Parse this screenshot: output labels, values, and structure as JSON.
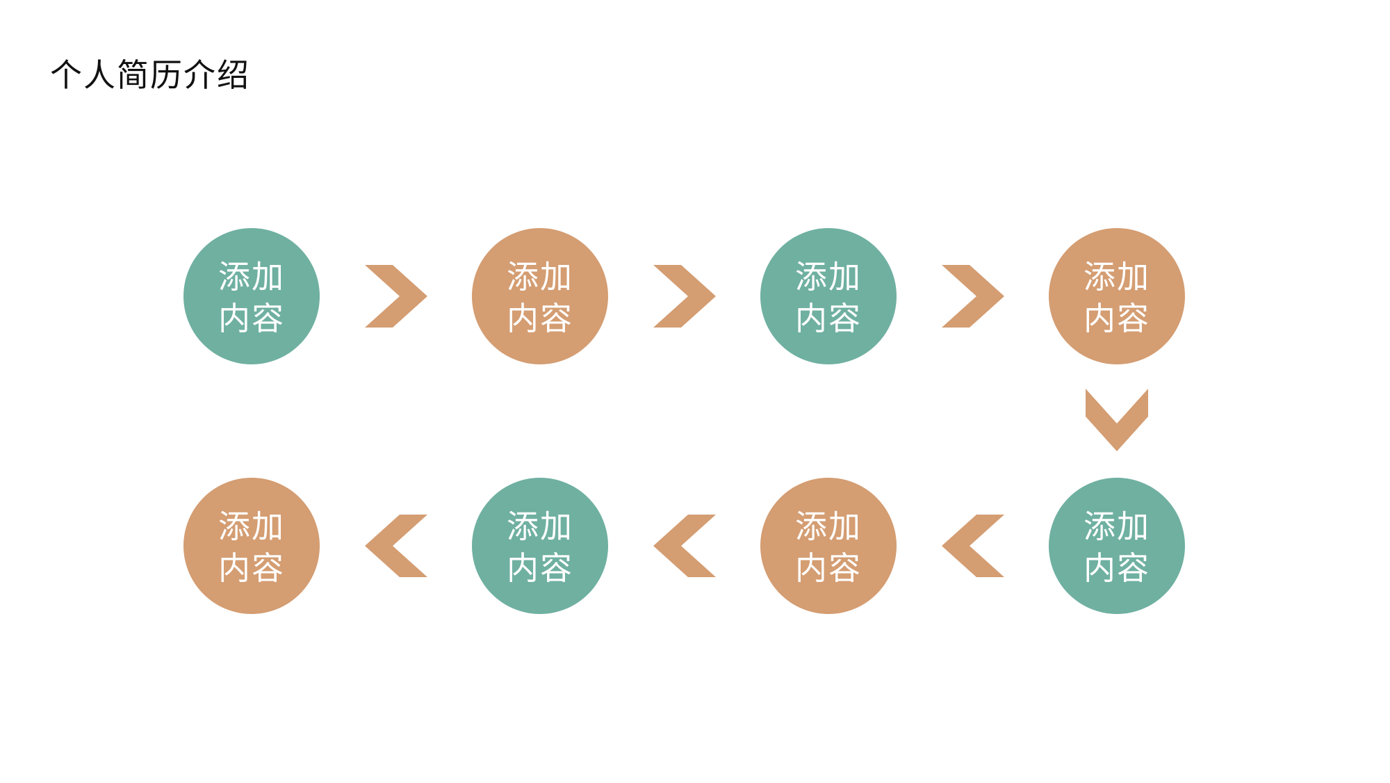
{
  "title": "个人简历介绍",
  "colors": {
    "teal": "#6fb0a1",
    "orange": "#d49d72",
    "arrow": "#d49d72",
    "text_on_circle": "#ffffff",
    "title_text": "#111111"
  },
  "nodes": [
    {
      "id": "node-1",
      "line1": "添加",
      "line2": "内容",
      "color": "teal"
    },
    {
      "id": "node-2",
      "line1": "添加",
      "line2": "内容",
      "color": "orange"
    },
    {
      "id": "node-3",
      "line1": "添加",
      "line2": "内容",
      "color": "teal"
    },
    {
      "id": "node-4",
      "line1": "添加",
      "line2": "内容",
      "color": "orange"
    },
    {
      "id": "node-5",
      "line1": "添加",
      "line2": "内容",
      "color": "teal"
    },
    {
      "id": "node-6",
      "line1": "添加",
      "line2": "内容",
      "color": "orange"
    },
    {
      "id": "node-7",
      "line1": "添加",
      "line2": "内容",
      "color": "teal"
    },
    {
      "id": "node-8",
      "line1": "添加",
      "line2": "内容",
      "color": "orange"
    }
  ],
  "arrows": [
    {
      "id": "arrow-1-2",
      "direction": "right"
    },
    {
      "id": "arrow-2-3",
      "direction": "right"
    },
    {
      "id": "arrow-3-4",
      "direction": "right"
    },
    {
      "id": "arrow-4-5",
      "direction": "down"
    },
    {
      "id": "arrow-5-6",
      "direction": "left"
    },
    {
      "id": "arrow-6-7",
      "direction": "left"
    },
    {
      "id": "arrow-7-8",
      "direction": "left"
    }
  ]
}
